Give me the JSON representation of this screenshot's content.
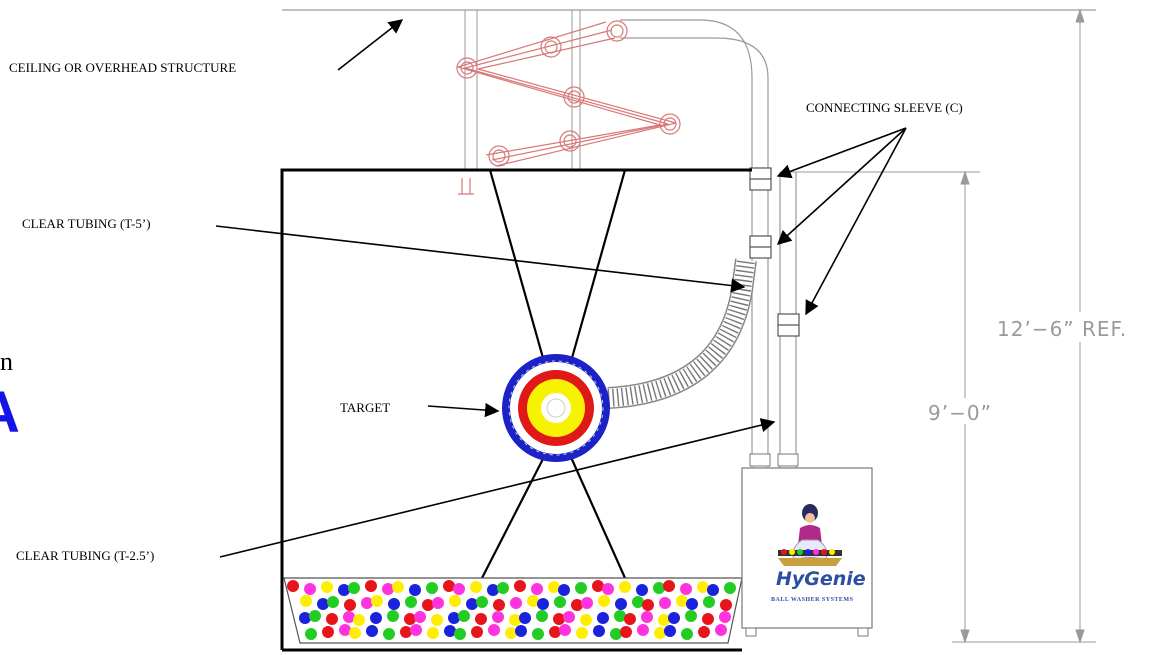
{
  "labels": {
    "ceiling": "CEILING OR OVERHEAD STRUCTURE",
    "connecting_sleeve": "CONNECTING SLEEVE (C)",
    "clear_tubing_5": "CLEAR TUBING (T-5’)",
    "target": "TARGET",
    "clear_tubing_25": "CLEAR TUBING (T-2.5’)"
  },
  "dimensions": {
    "overall_height": "12’−6”  REF.",
    "enclosure_height": "9’−0”"
  },
  "edge_text": {
    "partial_word": "n",
    "partial_letter": "A"
  },
  "machine": {
    "brand": "HyGenie",
    "subtitle": "BALL WASHER SYSTEMS"
  },
  "colors": {
    "target_outer": "#1a22c8",
    "target_red": "#e01818",
    "target_yellow": "#f6f200",
    "flex_hose": "#d87878",
    "dimension": "#9a9a9a",
    "balls": [
      "#e8141c",
      "#ffee00",
      "#22cc22",
      "#ff33dd",
      "#1a22dd"
    ]
  },
  "icons": [
    "arrow-icon",
    "target-icon",
    "ball-icon",
    "genie-mascot-icon"
  ]
}
